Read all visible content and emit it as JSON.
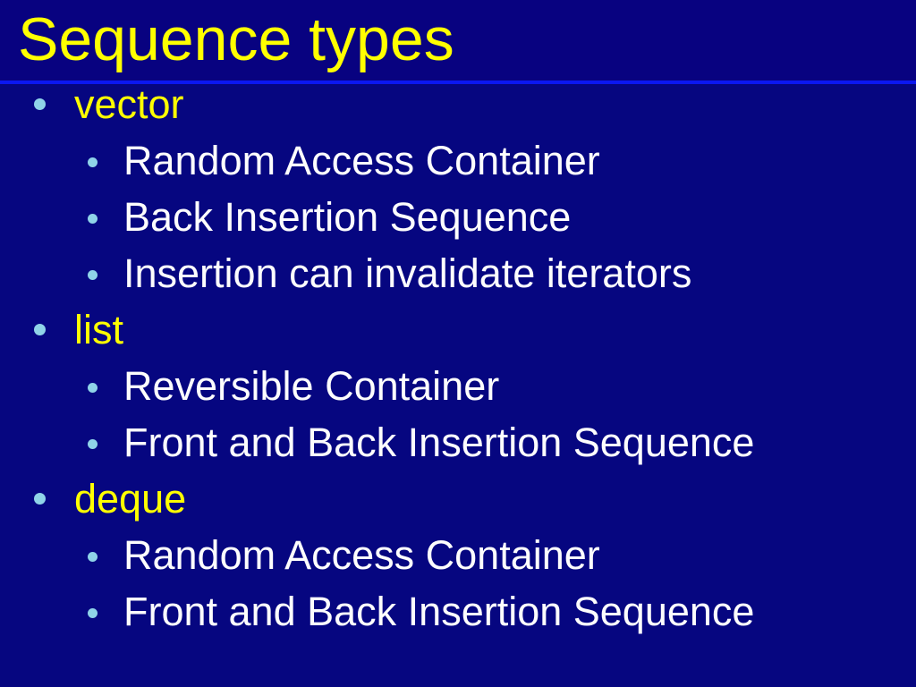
{
  "slide": {
    "title": "Sequence types",
    "colors": {
      "background": "#060680",
      "title_text": "#ffff00",
      "divider_rule": "#0b17f0",
      "level1_text": "#ffff00",
      "level2_text": "#fdfdfd",
      "bullet_dot": "#8fd3e8"
    },
    "bullets": [
      {
        "level": 1,
        "text": "vector",
        "bullet_icon": "round-bullet-icon"
      },
      {
        "level": 2,
        "text": "Random Access Container",
        "bullet_icon": "round-bullet-icon"
      },
      {
        "level": 2,
        "text": "Back Insertion Sequence",
        "bullet_icon": "round-bullet-icon"
      },
      {
        "level": 2,
        "text": "Insertion can invalidate iterators",
        "bullet_icon": "round-bullet-icon"
      },
      {
        "level": 1,
        "text": "list",
        "bullet_icon": "round-bullet-icon"
      },
      {
        "level": 2,
        "text": "Reversible Container",
        "bullet_icon": "round-bullet-icon"
      },
      {
        "level": 2,
        "text": "Front and Back Insertion Sequence",
        "bullet_icon": "round-bullet-icon"
      },
      {
        "level": 1,
        "text": "deque",
        "bullet_icon": "round-bullet-icon"
      },
      {
        "level": 2,
        "text": "Random Access Container",
        "bullet_icon": "round-bullet-icon"
      },
      {
        "level": 2,
        "text": "Front and Back Insertion Sequence",
        "bullet_icon": "round-bullet-icon"
      }
    ]
  }
}
